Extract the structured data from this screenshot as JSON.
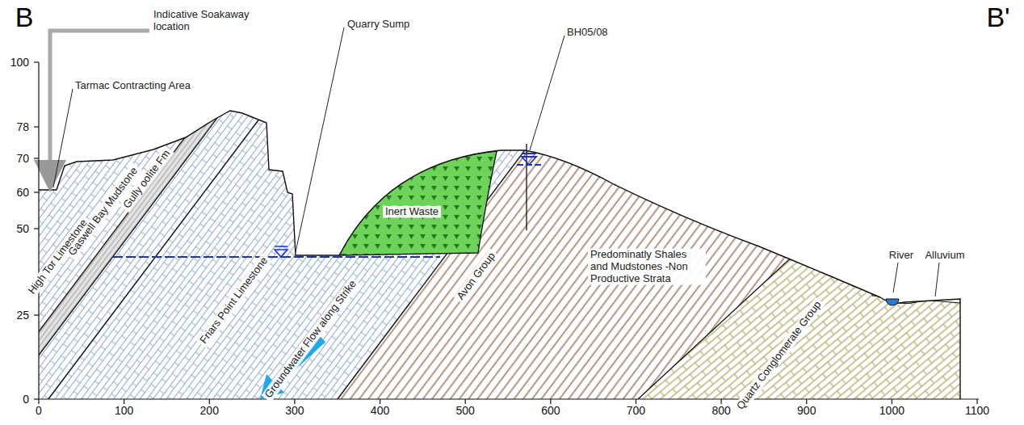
{
  "diagram": {
    "labels": [
      "B",
      "B'",
      "Indicative Soakaway location",
      "Tarmac Contracting Area",
      "Quarry Sump",
      "BH05/08",
      "High Tor Limestone",
      "Gaswell Bay Mudstone",
      "Gully oolite Fm",
      "Friars Point Limestone",
      "Inert Waste",
      "Groundwater Flow along Strike",
      "Avon Group",
      "Predominatly Shales and Mudstones -Non Productive Strata",
      "Quartz Conglomerate Group",
      "River",
      "Alluvium",
      "100",
      "78",
      "70",
      "60",
      "50",
      "25",
      "0",
      "0",
      "100",
      "200",
      "300",
      "400",
      "500",
      "600",
      "700",
      "800",
      "900",
      "1000",
      "1100"
    ]
  }
}
